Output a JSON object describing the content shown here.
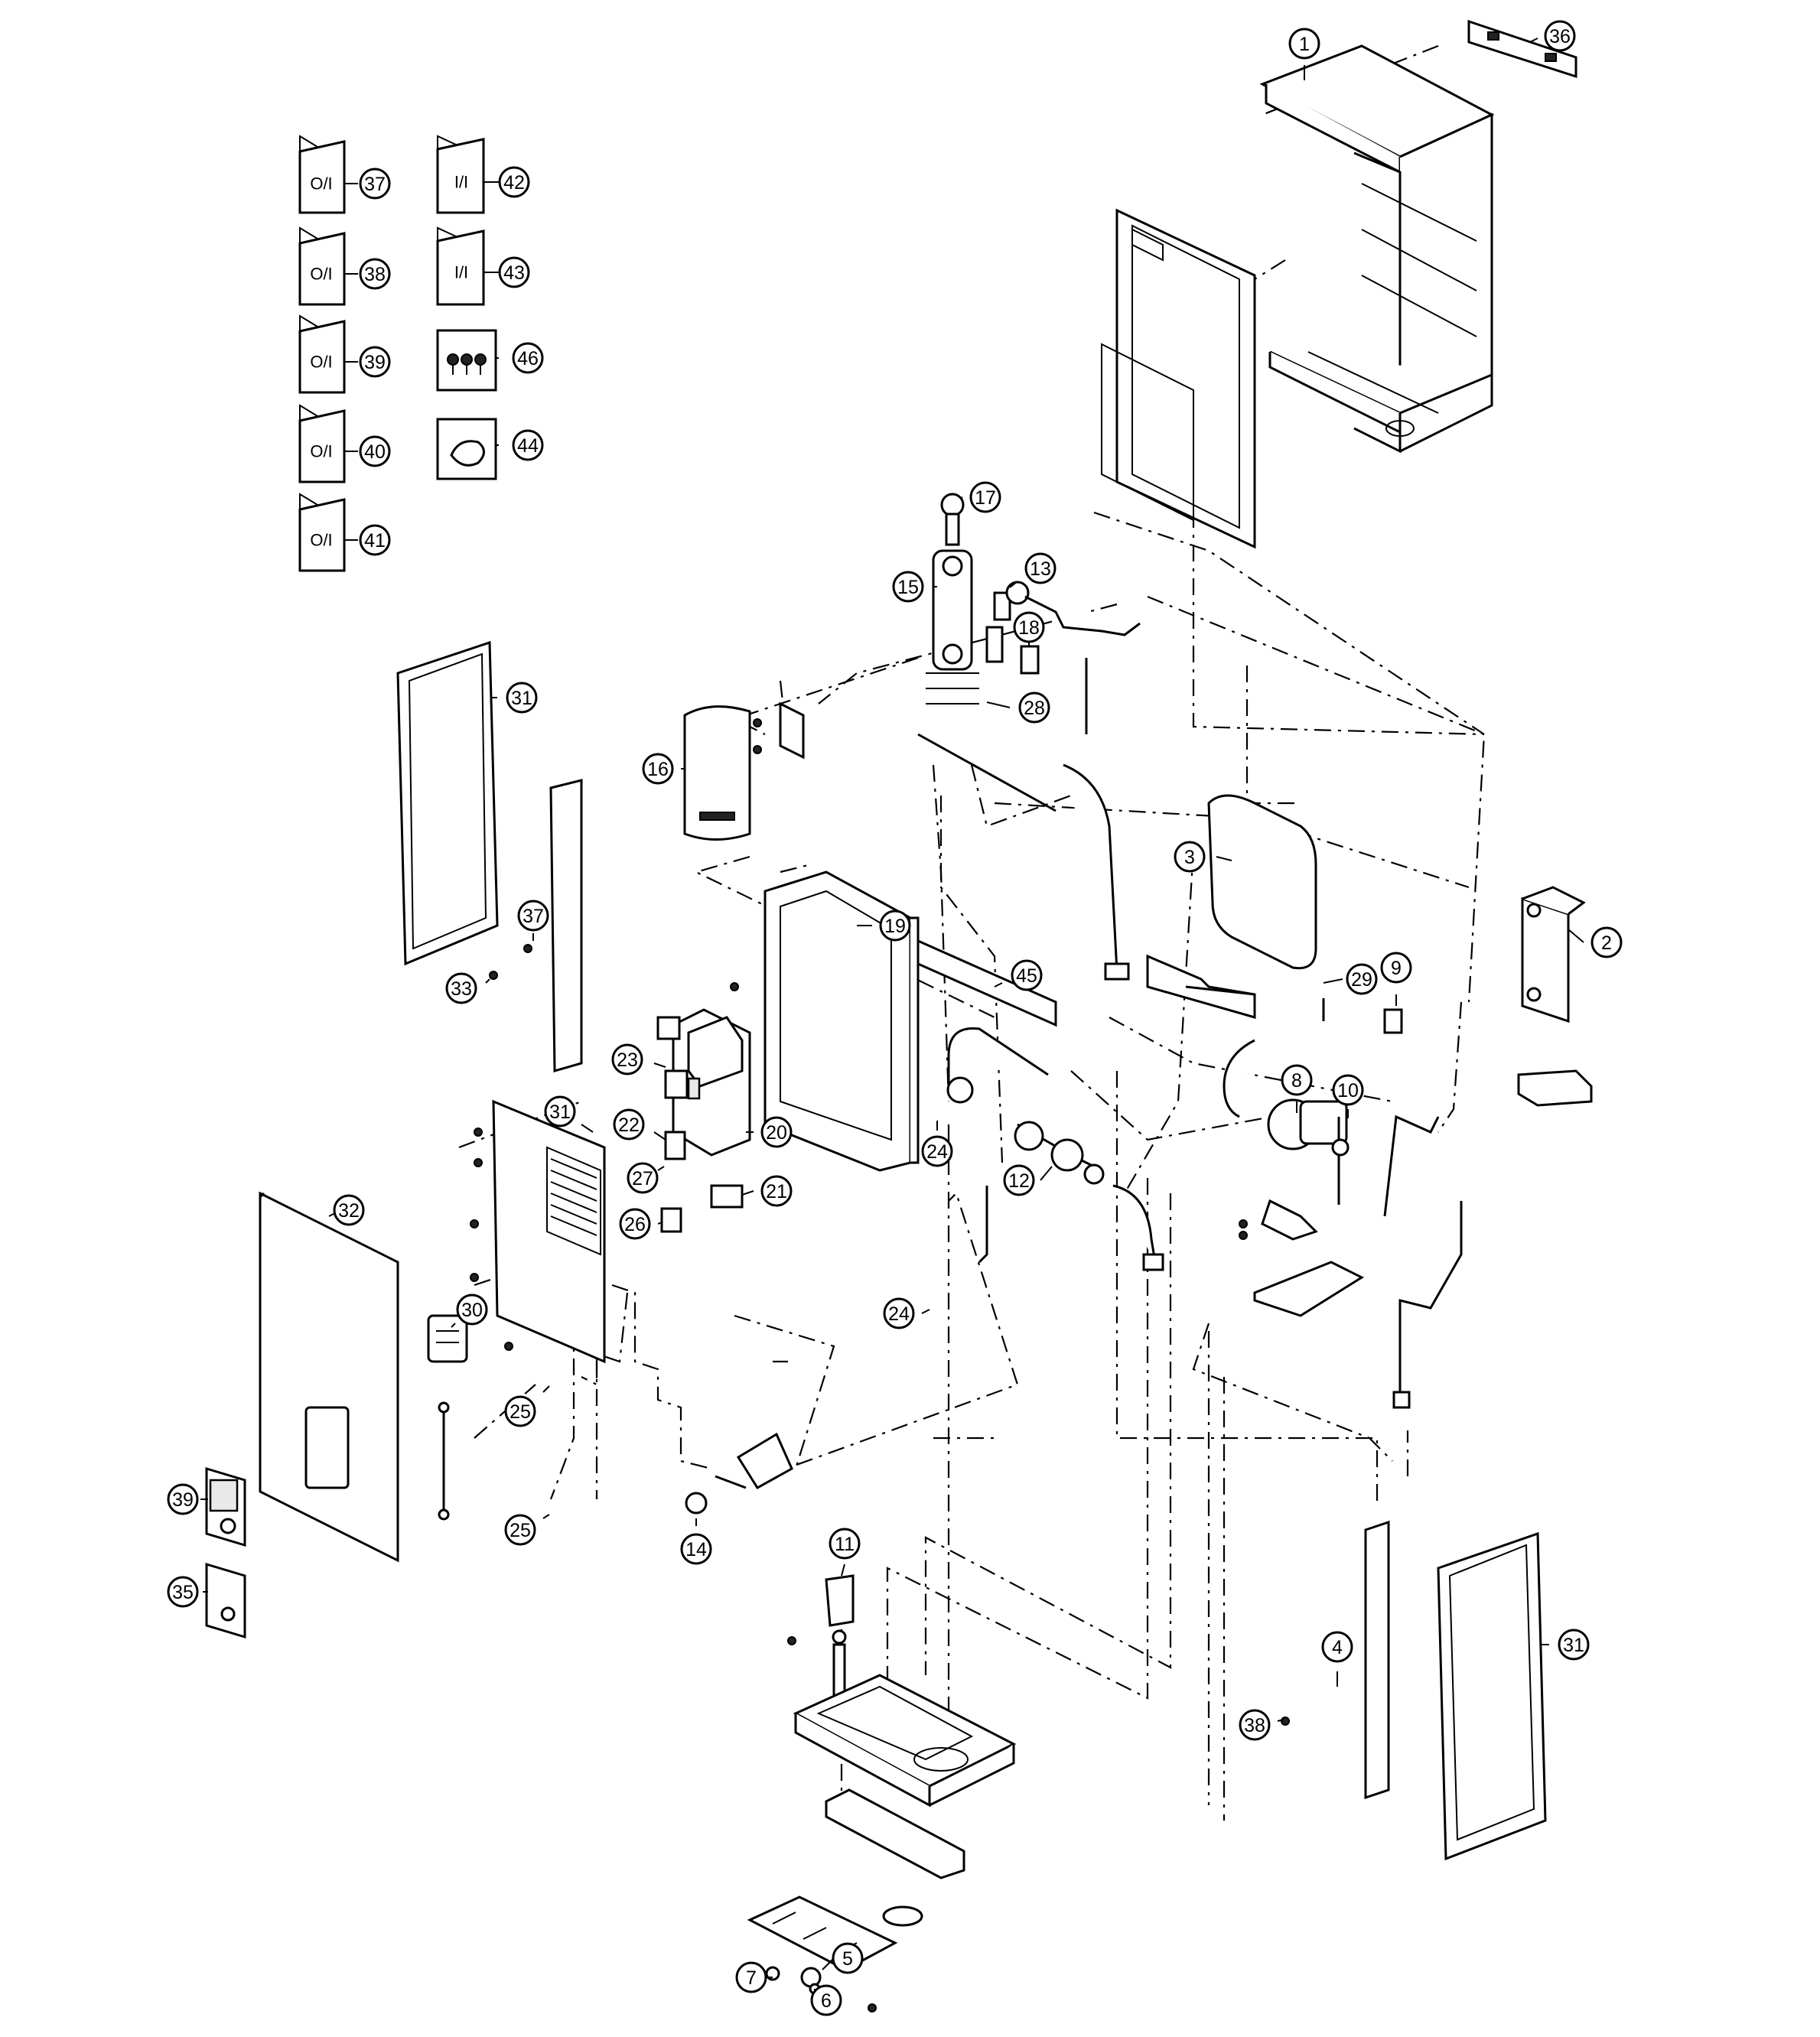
{
  "diagram": {
    "type": "exploded-parts-diagram",
    "documents": [
      {
        "id": "37",
        "label": "O/I"
      },
      {
        "id": "38",
        "label": "O/I"
      },
      {
        "id": "39",
        "label": "O/I"
      },
      {
        "id": "40",
        "label": "O/I"
      },
      {
        "id": "41",
        "label": "O/I"
      },
      {
        "id": "42",
        "label": "I/I"
      },
      {
        "id": "43",
        "label": "I/I"
      }
    ],
    "callouts": [
      "1",
      "2",
      "3",
      "4",
      "5",
      "6",
      "7",
      "8",
      "9",
      "10",
      "11",
      "12",
      "13",
      "14",
      "15",
      "16",
      "17",
      "18",
      "19",
      "20",
      "21",
      "22",
      "23",
      "24",
      "24",
      "25",
      "25",
      "26",
      "27",
      "28",
      "29",
      "30",
      "31",
      "31",
      "31",
      "32",
      "33",
      "35",
      "36",
      "37",
      "38",
      "39",
      "44",
      "45",
      "46"
    ]
  }
}
